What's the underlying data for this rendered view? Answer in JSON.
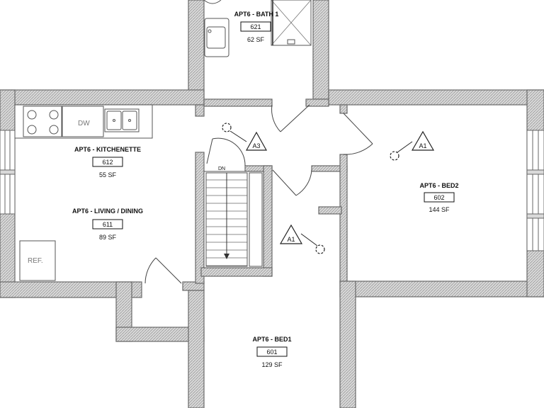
{
  "rooms": {
    "bath1": {
      "name": "APT6 - BATH 1",
      "number": "621",
      "area": "62 SF"
    },
    "kitchenette": {
      "name": "APT6 - KITCHENETTE",
      "number": "612",
      "area": "55 SF"
    },
    "living": {
      "name": "APT6 - LIVING / DINING",
      "number": "611",
      "area": "89 SF"
    },
    "bed2": {
      "name": "APT6 - BED2",
      "number": "602",
      "area": "144 SF"
    },
    "bed1": {
      "name": "APT6 - BED1",
      "number": "601",
      "area": "129 SF"
    }
  },
  "fixtures": {
    "dishwasher": "DW",
    "refrigerator": "REF.",
    "stair_direction": "DN"
  },
  "tags": {
    "hall": "A3",
    "bed2": "A1",
    "bed1": "A1"
  }
}
